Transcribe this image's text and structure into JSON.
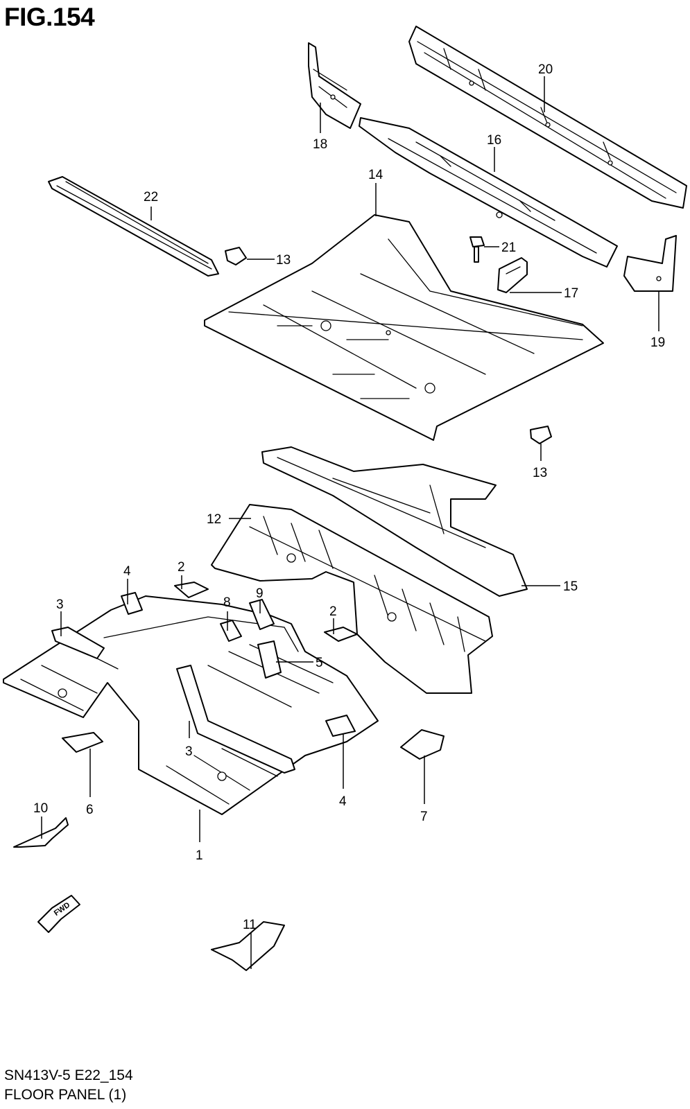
{
  "figure": {
    "title": "FIG.154",
    "code": "SN413V-5 E22_154",
    "name": "FLOOR PANEL (1)"
  },
  "callouts": [
    {
      "id": "c20",
      "number": "20"
    },
    {
      "id": "c18",
      "number": "18"
    },
    {
      "id": "c16",
      "number": "16"
    },
    {
      "id": "c14",
      "number": "14"
    },
    {
      "id": "c22",
      "number": "22"
    },
    {
      "id": "c13a",
      "number": "13"
    },
    {
      "id": "c21",
      "number": "21"
    },
    {
      "id": "c17",
      "number": "17"
    },
    {
      "id": "c19",
      "number": "19"
    },
    {
      "id": "c13b",
      "number": "13"
    },
    {
      "id": "c12",
      "number": "12"
    },
    {
      "id": "c15",
      "number": "15"
    },
    {
      "id": "c4a",
      "number": "4"
    },
    {
      "id": "c2a",
      "number": "2"
    },
    {
      "id": "c3a",
      "number": "3"
    },
    {
      "id": "c9",
      "number": "9"
    },
    {
      "id": "c8",
      "number": "8"
    },
    {
      "id": "c2b",
      "number": "2"
    },
    {
      "id": "c5",
      "number": "5"
    },
    {
      "id": "c3b",
      "number": "3"
    },
    {
      "id": "c4b",
      "number": "4"
    },
    {
      "id": "c6",
      "number": "6"
    },
    {
      "id": "c7",
      "number": "7"
    },
    {
      "id": "c10",
      "number": "10"
    },
    {
      "id": "c1",
      "number": "1"
    },
    {
      "id": "c11",
      "number": "11"
    }
  ],
  "fwd_arrow": {
    "label": "FWD"
  }
}
